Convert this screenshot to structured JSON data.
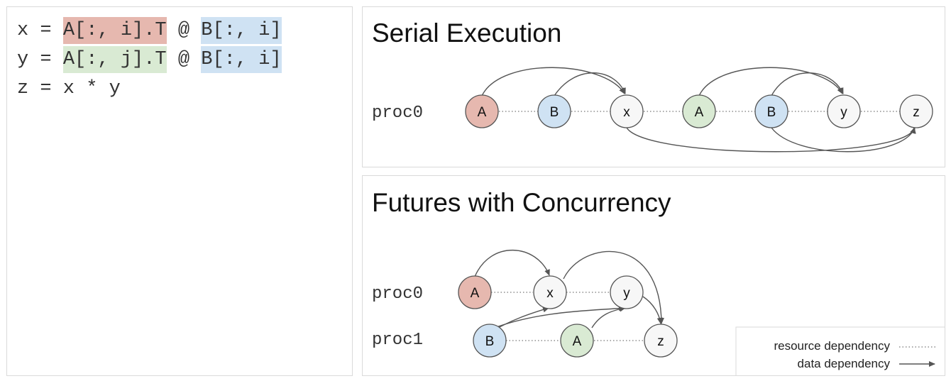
{
  "code": {
    "line1": {
      "lhs": "x = ",
      "op1": "A[:, i].T",
      "mid": " @ ",
      "op2": "B[:, i]"
    },
    "line2": {
      "lhs": "y = ",
      "op1": "A[:, j].T",
      "mid": " @ ",
      "op2": "B[:, i]"
    },
    "line3": {
      "text": "z = x * y"
    }
  },
  "serial": {
    "title": "Serial Execution",
    "proc0": "proc0",
    "nodes": [
      "A",
      "B",
      "x",
      "A",
      "B",
      "y",
      "z"
    ]
  },
  "futures": {
    "title": "Futures with Concurrency",
    "proc0": "proc0",
    "proc1": "proc1",
    "nodes0": [
      "A",
      "x",
      "y"
    ],
    "nodes1": [
      "B",
      "A",
      "z"
    ]
  },
  "legend": {
    "resource": "resource dependency",
    "data": "data dependency"
  },
  "colors": {
    "red": "#e6b8af",
    "blue": "#cfe2f3",
    "green": "#d9ead3",
    "plain": "#f7f7f7"
  }
}
